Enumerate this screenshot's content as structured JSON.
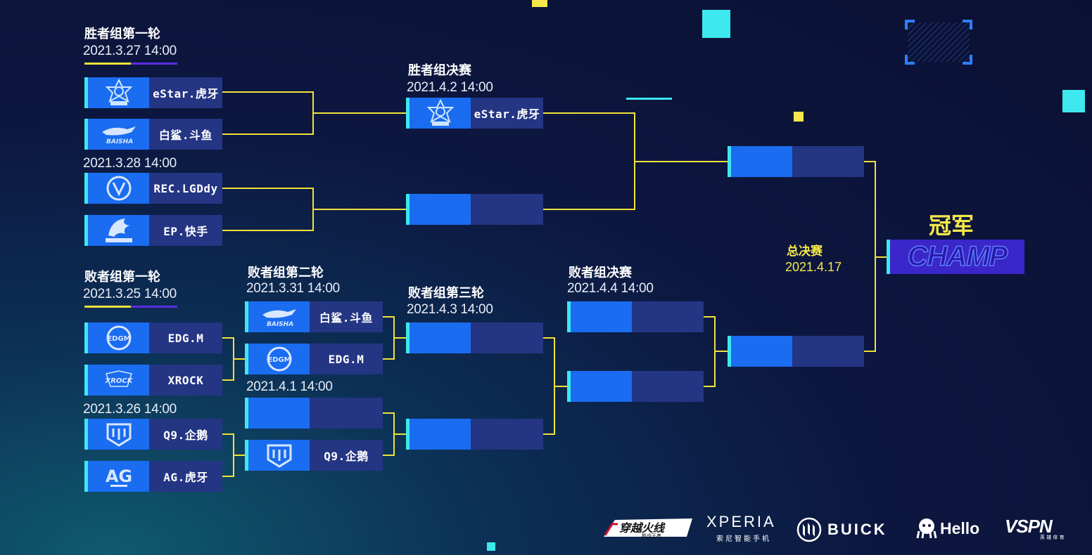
{
  "winners_round1": {
    "title": "胜者组第一轮",
    "match1_date": "2021.3.27  14:00",
    "match2_date": "2021.3.28  14:00",
    "teams": [
      "eStar.虎牙",
      "白鲨.斗鱼",
      "REC.LGDdy",
      "EP.快手"
    ]
  },
  "winners_final": {
    "title": "胜者组决赛",
    "date": "2021.4.2  14:00",
    "teams": [
      "eStar.虎牙",
      ""
    ]
  },
  "losers_round1": {
    "title": "败者组第一轮",
    "match1_date": "2021.3.25  14:00",
    "match2_date": "2021.3.26  14:00",
    "teams": [
      "EDG.M",
      "XROCK",
      "Q9.企鹅",
      "AG.虎牙"
    ]
  },
  "losers_round2": {
    "title": "败者组第二轮",
    "match1_date": "2021.3.31  14:00",
    "match2_date": "2021.4.1  14:00",
    "teams": [
      "白鲨.斗鱼",
      "EDG.M",
      "",
      "Q9.企鹅"
    ]
  },
  "losers_round3": {
    "title": "败者组第三轮",
    "date": "2021.4.3  14:00",
    "teams": [
      "",
      ""
    ]
  },
  "losers_final": {
    "title": "败者组决赛",
    "date": "2021.4.4  14:00",
    "teams": [
      "",
      ""
    ]
  },
  "grand_final": {
    "title": "总决赛",
    "date": "2021.4.17",
    "teams": [
      "",
      ""
    ]
  },
  "champion": {
    "title": "冠军",
    "label": "CHAMP"
  },
  "sponsors": {
    "cf": "穿越火线",
    "cf_sub": "枪战王者",
    "xperia": "XPERIA",
    "xperia_sub": "索尼智能手机",
    "buick": "BUICK",
    "hello": "Hello",
    "vspn": "VSPN",
    "vspn_sub": "英 雄 体 育"
  },
  "colors": {
    "accent_cyan": "#3de8ee",
    "bracket_line": "#f2e13b",
    "slot_blue": "#1a6cf0",
    "slot_dark": "#243584",
    "title_yellow": "#f6e84a"
  }
}
